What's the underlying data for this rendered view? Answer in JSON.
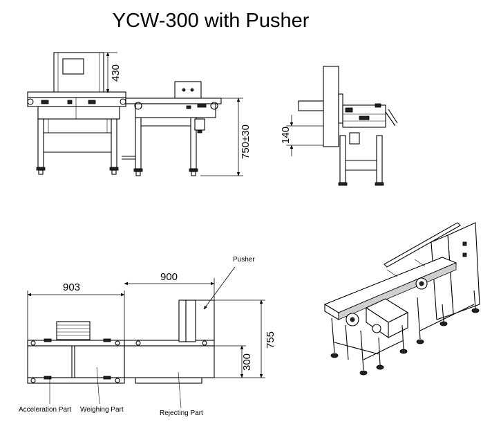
{
  "title": "YCW-300 with Pusher",
  "dimensions": {
    "height_430": "430",
    "height_750": "750±30",
    "height_140": "140",
    "length_903": "903",
    "length_900": "900",
    "height_755": "755",
    "height_300": "300"
  },
  "labels": {
    "pusher": "Pusher",
    "acceleration_part": "Acceleration Part",
    "weighing_part": "Weighing Part",
    "rejecting_part": "Rejecting Part"
  }
}
